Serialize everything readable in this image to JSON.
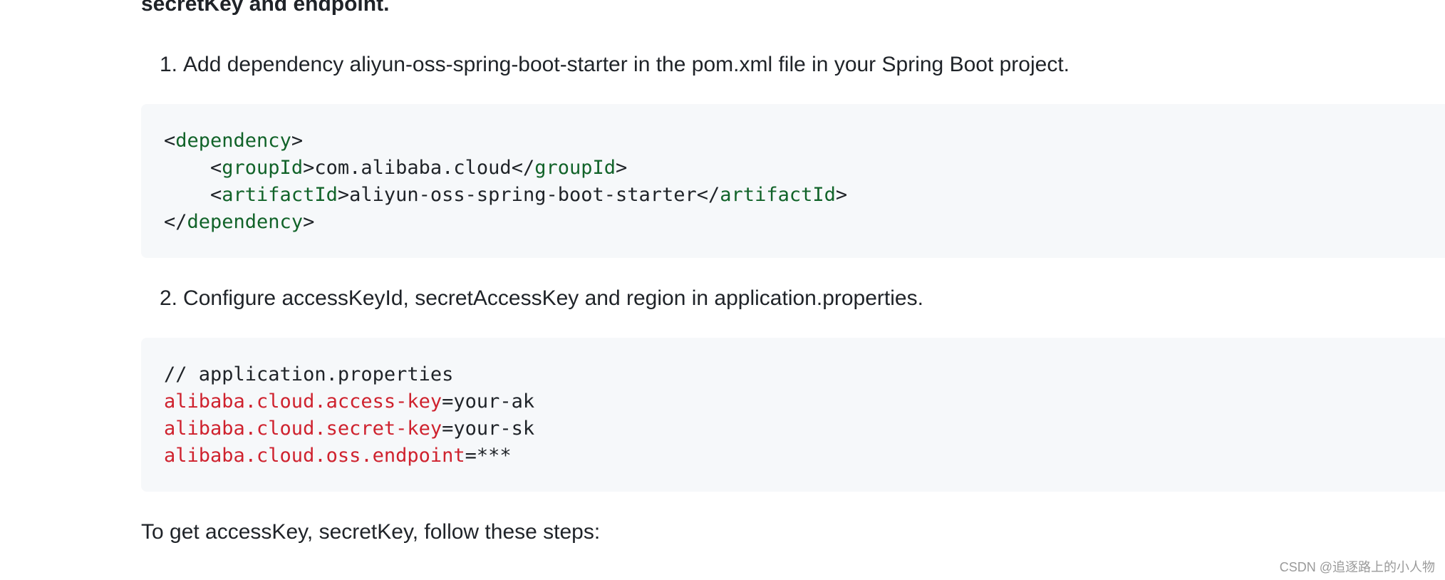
{
  "heading_fragment": "secretKey and endpoint.",
  "steps": [
    {
      "number": "1.",
      "text": "Add dependency aliyun-oss-spring-boot-starter in the pom.xml file in your Spring Boot project."
    },
    {
      "number": "2.",
      "text": "Configure accessKeyId, secretAccessKey and region in application.properties."
    }
  ],
  "code_xml": {
    "dependency_tag": "dependency",
    "groupId_tag": "groupId",
    "groupId_value": "com.alibaba.cloud",
    "artifactId_tag": "artifactId",
    "artifactId_value": "aliyun-oss-spring-boot-starter"
  },
  "code_properties": {
    "comment": "// application.properties",
    "lines": [
      {
        "key": "alibaba.cloud.access-key",
        "value": "=your-ak"
      },
      {
        "key": "alibaba.cloud.secret-key",
        "value": "=your-sk"
      },
      {
        "key": "alibaba.cloud.oss.endpoint",
        "value": "=***"
      }
    ]
  },
  "paragraph": "To get accessKey, secretKey, follow these steps:",
  "watermark": "CSDN @追逐路上的小人物",
  "colors": {
    "code_background": "#f6f8fa",
    "xml_tag": "#116329",
    "property_key": "#cf222e",
    "text": "#1f2328"
  }
}
